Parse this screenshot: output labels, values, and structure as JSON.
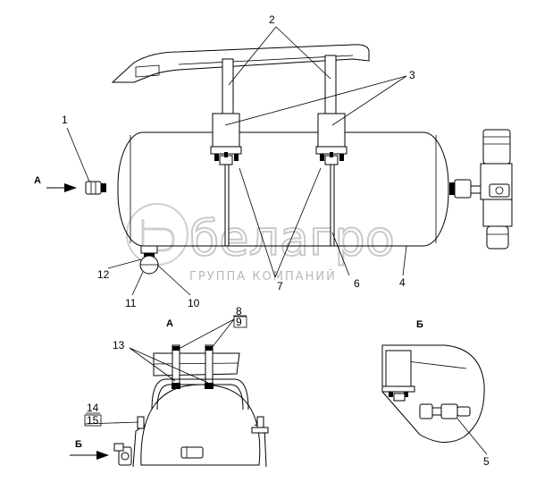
{
  "watermark": {
    "brand": "белагро",
    "subtitle": "ГРУППА КОМПАНИЙ"
  },
  "views": {
    "a_title": "А",
    "b_title": "Б",
    "a_arrow_label": "А",
    "b_arrow_label": "Б"
  },
  "callouts": {
    "c1": "1",
    "c2": "2",
    "c3": "3",
    "c4": "4",
    "c5": "5",
    "c6": "6",
    "c7": "7",
    "c8": "8",
    "c9": "9",
    "c10": "10",
    "c11": "11",
    "c12": "12",
    "c13": "13",
    "c14": "14",
    "c15": "15"
  }
}
